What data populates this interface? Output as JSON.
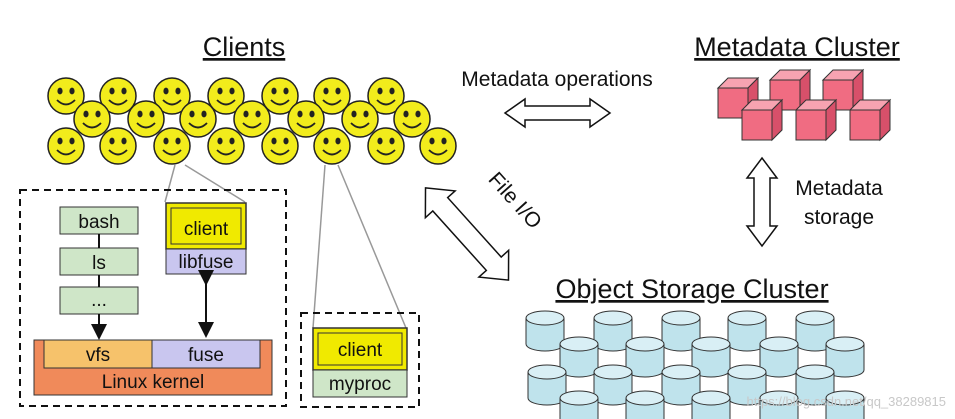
{
  "titles": {
    "clients": "Clients",
    "metadata_cluster": "Metadata Cluster",
    "object_storage_cluster": "Object Storage Cluster"
  },
  "arrows": {
    "metadata_operations": "Metadata operations",
    "file_io": "File I/O",
    "metadata_storage_line1": "Metadata",
    "metadata_storage_line2": "storage"
  },
  "client_stack": {
    "bash": "bash",
    "ls": "ls",
    "ellipsis": "...",
    "client": "client",
    "libfuse": "libfuse",
    "vfs": "vfs",
    "fuse": "fuse",
    "linux_kernel": "Linux kernel"
  },
  "proc_stack": {
    "client": "client",
    "myproc": "myproc"
  },
  "watermark": "https://blog.csdn.net/qq_38289815",
  "colors": {
    "smiley": "#f2ec1c",
    "cube": "#f06c82",
    "cylinder": "#bfe3ec",
    "app_box": "#cfe6c8",
    "client_box": "#f0ea00",
    "libfuse_box": "#c9c6ef",
    "vfs_box": "#f6c26b",
    "fuse_box": "#c9c6ef",
    "kernel_box": "#f08a5a"
  }
}
